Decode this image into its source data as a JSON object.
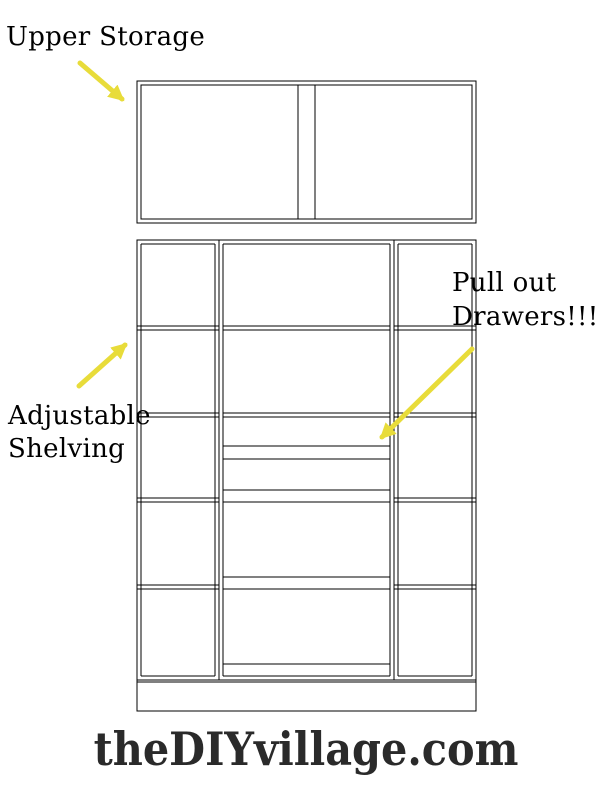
{
  "labels": {
    "upper_storage": "Upper Storage",
    "adjustable_line1": "Adjustable",
    "adjustable_line2": "Shelving",
    "drawers_line1": "Pull out",
    "drawers_line2": "Drawers!!!"
  },
  "watermark": "theDIYvillage.com",
  "colors": {
    "line": "#000000",
    "arrow": "#e8dc3a",
    "background": "#ffffff"
  }
}
